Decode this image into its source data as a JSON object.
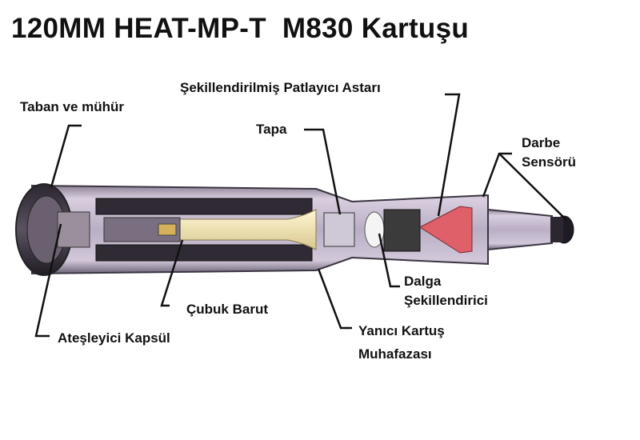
{
  "title": "120MM HEAT-MP-T  M830 Kartuşu",
  "labels": {
    "base_seal": "Taban ve mühür",
    "shaped_charge_liner": "Şekillendirilmiş Patlayıcı Astarı",
    "fuze": "Tapa",
    "impact_sensor_line1": "Darbe",
    "impact_sensor_line2": "Sensörü",
    "wave_shaper_line1": "Dalga",
    "wave_shaper_line2": "Şekillendirici",
    "stick_propellant": "Çubuk Barut",
    "igniter_primer": "Ateşleyici Kapsül",
    "combustible_case_line1": "Yanıcı Kartuş",
    "combustible_case_line2": "Muhafazası"
  },
  "colors": {
    "liner": "#e0606a",
    "propellant": "#f2e6b8",
    "casing": "#c9bcd3"
  }
}
